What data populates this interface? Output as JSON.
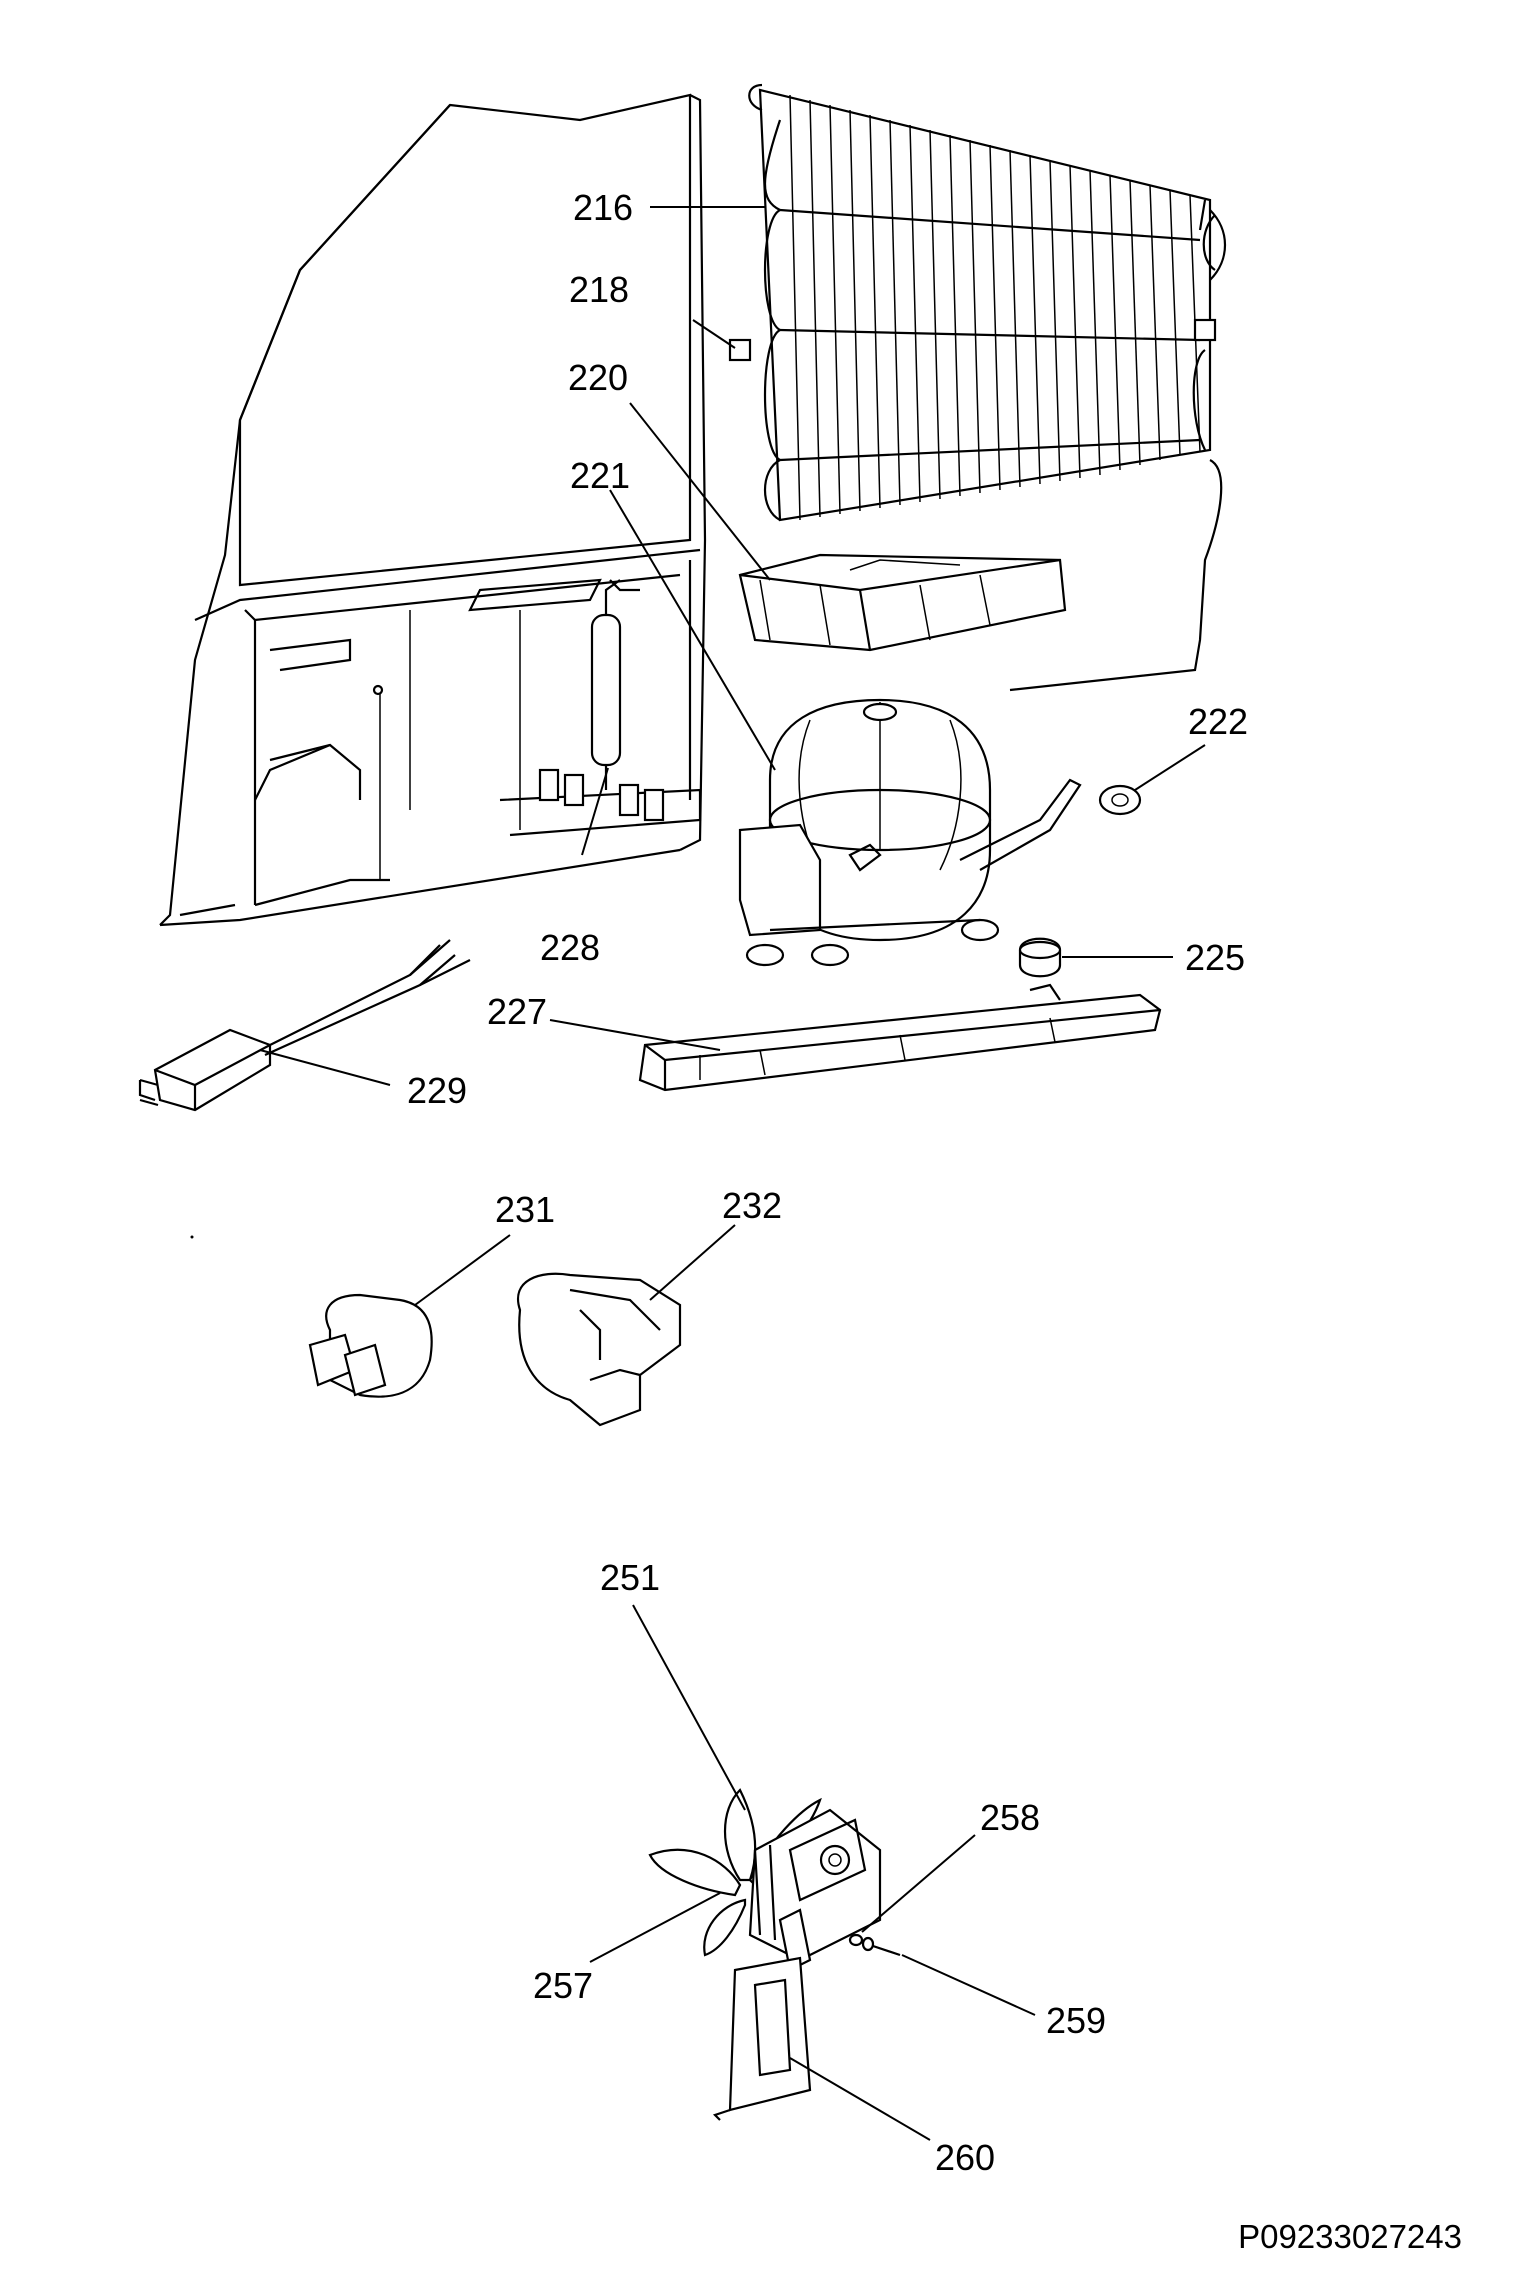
{
  "diagram": {
    "parts": [
      {
        "id": "p216",
        "label": "216"
      },
      {
        "id": "p218",
        "label": "218"
      },
      {
        "id": "p220",
        "label": "220"
      },
      {
        "id": "p221",
        "label": "221"
      },
      {
        "id": "p222",
        "label": "222"
      },
      {
        "id": "p225",
        "label": "225"
      },
      {
        "id": "p227",
        "label": "227"
      },
      {
        "id": "p228",
        "label": "228"
      },
      {
        "id": "p229",
        "label": "229"
      },
      {
        "id": "p231",
        "label": "231"
      },
      {
        "id": "p232",
        "label": "232"
      },
      {
        "id": "p251",
        "label": "251"
      },
      {
        "id": "p257",
        "label": "257"
      },
      {
        "id": "p258",
        "label": "258"
      },
      {
        "id": "p259",
        "label": "259"
      },
      {
        "id": "p260",
        "label": "260"
      }
    ],
    "reference_code": "P09233027243"
  }
}
